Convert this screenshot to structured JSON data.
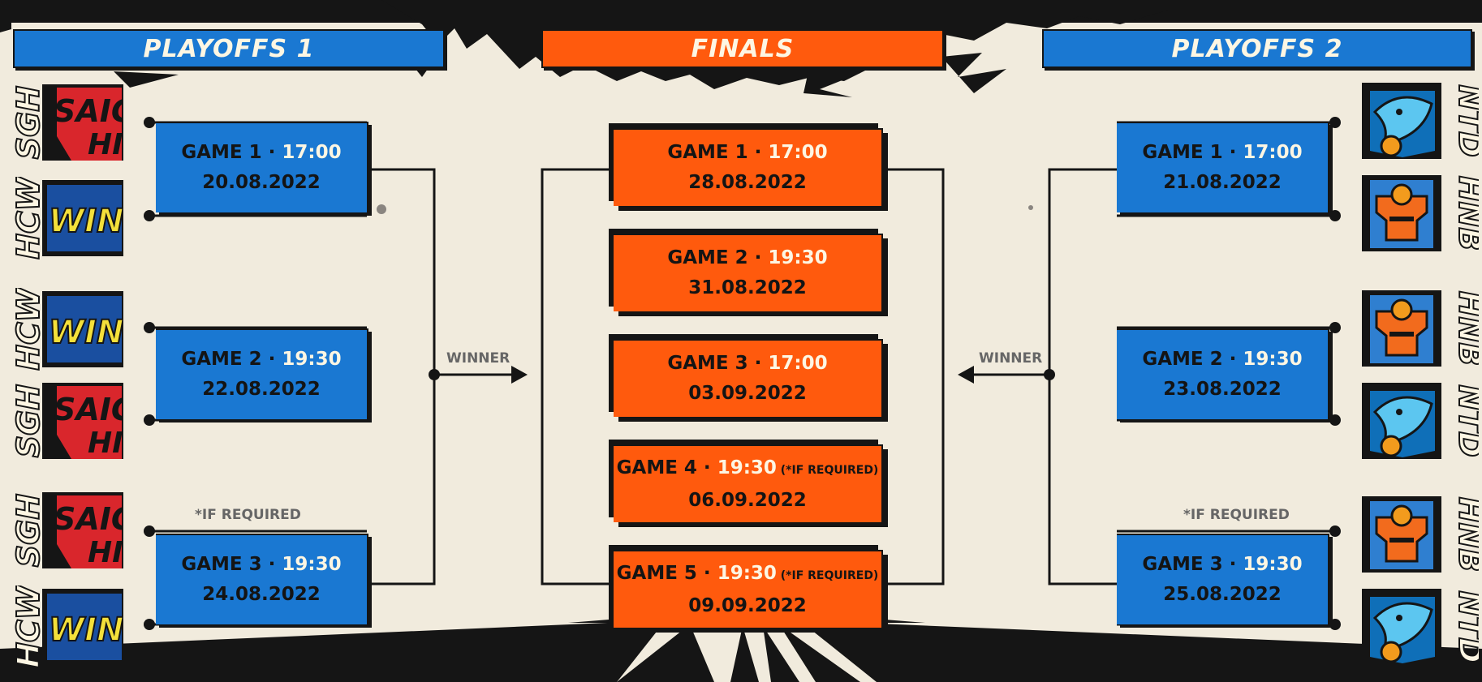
{
  "headers": {
    "left": "PLAYOFFS 1",
    "center": "FINALS",
    "right": "PLAYOFFS 2"
  },
  "colors": {
    "blue": "#1a78d2",
    "orange": "#ff5a0d",
    "paper": "#f1ebdd",
    "ink": "#151515"
  },
  "playoffs1": {
    "games": [
      {
        "label": "GAME 1 · ",
        "time": "17:00",
        "date": "20.08.2022"
      },
      {
        "label": "GAME 2 · ",
        "time": "19:30",
        "date": "22.08.2022"
      },
      {
        "label": "GAME 3 · ",
        "time": "19:30",
        "date": "24.08.2022"
      }
    ],
    "if_required": "*IF REQUIRED",
    "winner": "WINNER",
    "teams": [
      "SGH",
      "HCW",
      "HCW",
      "SGH",
      "SGH",
      "HCW"
    ]
  },
  "finals": {
    "games": [
      {
        "label": "GAME 1 · ",
        "time": "17:00",
        "note": "",
        "date": "28.08.2022"
      },
      {
        "label": "GAME 2 · ",
        "time": "19:30",
        "note": "",
        "date": "31.08.2022"
      },
      {
        "label": "GAME 3 · ",
        "time": "17:00",
        "note": "",
        "date": "03.09.2022"
      },
      {
        "label": "GAME 4 · ",
        "time": "19:30",
        "note": " (*IF REQUIRED)",
        "date": "06.09.2022"
      },
      {
        "label": "GAME 5 · ",
        "time": "19:30",
        "note": " (*IF REQUIRED)",
        "date": "09.09.2022"
      }
    ]
  },
  "playoffs2": {
    "games": [
      {
        "label": "GAME 1 · ",
        "time": "17:00",
        "date": "21.08.2022"
      },
      {
        "label": "GAME 2 · ",
        "time": "19:30",
        "date": "23.08.2022"
      },
      {
        "label": "GAME 3 · ",
        "time": "19:30",
        "date": "25.08.2022"
      }
    ],
    "if_required": "*IF REQUIRED",
    "winner": "WINNER",
    "teams": [
      "NTD",
      "HNB",
      "HNB",
      "NTD",
      "HNB",
      "NTD"
    ]
  },
  "logo_art": {
    "SGH": "SAIG/HI",
    "HCW": "WINGS",
    "NTD": "dolphin-basketball-icon",
    "HNB": "robot-basketball-icon"
  }
}
